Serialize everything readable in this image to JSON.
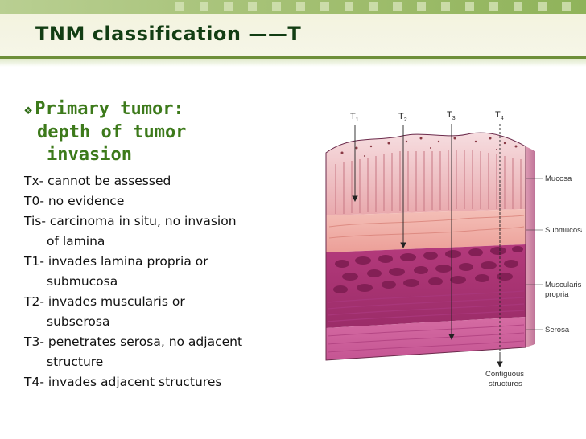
{
  "slide": {
    "title": "TNM classification ——T",
    "heading": {
      "line1": "Primary tumor:",
      "line2": "depth of tumor",
      "line3": "invasion"
    },
    "items": [
      {
        "line1": "Tx- cannot be assessed",
        "line2": ""
      },
      {
        "line1": "T0- no evidence",
        "line2": ""
      },
      {
        "line1": "Tis- carcinoma in situ, no invasion",
        "line2": "of lamina"
      },
      {
        "line1": "T1- invades lamina propria or",
        "line2": "submucosa"
      },
      {
        "line1": "T2- invades muscularis or",
        "line2": "subserosa"
      },
      {
        "line1": "T3- penetrates serosa, no adjacent",
        "line2": "structure"
      },
      {
        "line1": "T4- invades adjacent structures",
        "line2": ""
      }
    ]
  },
  "figure": {
    "stage_labels": [
      "T",
      "T",
      "T",
      "T"
    ],
    "stage_subs": [
      "1",
      "2",
      "3",
      "4"
    ],
    "layer_labels": {
      "mucosa": "Mucosa",
      "submucosa": "Submucosa",
      "muscularis_1": "Muscularis",
      "muscularis_2": "propria",
      "serosa": "Serosa"
    },
    "contiguous_1": "Contiguous",
    "contiguous_2": "structures"
  },
  "colors": {
    "title": "#123d13",
    "heading": "#3d7a1b",
    "band": "#9fbd6d"
  }
}
